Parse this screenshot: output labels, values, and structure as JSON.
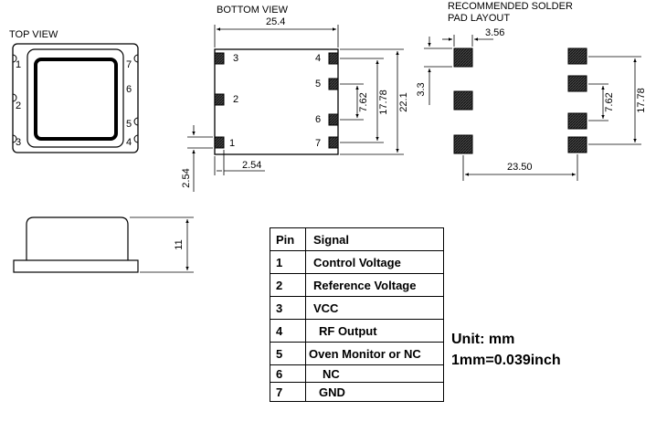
{
  "views": {
    "top_view": "TOP VIEW",
    "bottom_view": "BOTTOM VIEW",
    "solder_layout_line1": "RECOMMENDED SOLDER",
    "solder_layout_line2": "PAD LAYOUT"
  },
  "top_view_pins": {
    "p1": "1",
    "p2": "2",
    "p3": "3",
    "p4": "4",
    "p5": "5",
    "p6": "6",
    "p7": "7"
  },
  "bottom_view_pins": {
    "p1": "1",
    "p2": "2",
    "p3": "3",
    "p4": "4",
    "p5": "5",
    "p6": "6",
    "p7": "7"
  },
  "dimensions": {
    "body_width": "25.4",
    "body_height": "22.1",
    "pin_spacing": "2.54",
    "pin_offset": "2.54",
    "inner_spacing": "7.62",
    "outer_spacing": "17.78",
    "pad_width": "3.56",
    "pad_height": "3.3",
    "pad_inner_spacing": "7.62",
    "pad_outer_spacing": "17.78",
    "pad_span": "23.50",
    "side_height": "11"
  },
  "pin_table": {
    "header": {
      "pin": "Pin",
      "signal": "Signal"
    },
    "rows": [
      {
        "pin": "1",
        "signal": "Control Voltage"
      },
      {
        "pin": "2",
        "signal": "Reference Voltage"
      },
      {
        "pin": "3",
        "signal": "VCC"
      },
      {
        "pin": "4",
        "signal": "RF Output"
      },
      {
        "pin": "5",
        "signal": "Oven Monitor or NC"
      },
      {
        "pin": "6",
        "signal": "NC"
      },
      {
        "pin": "7",
        "signal": "GND"
      }
    ]
  },
  "units": {
    "unit": "Unit: mm",
    "conversion": "1mm=0.039inch"
  }
}
